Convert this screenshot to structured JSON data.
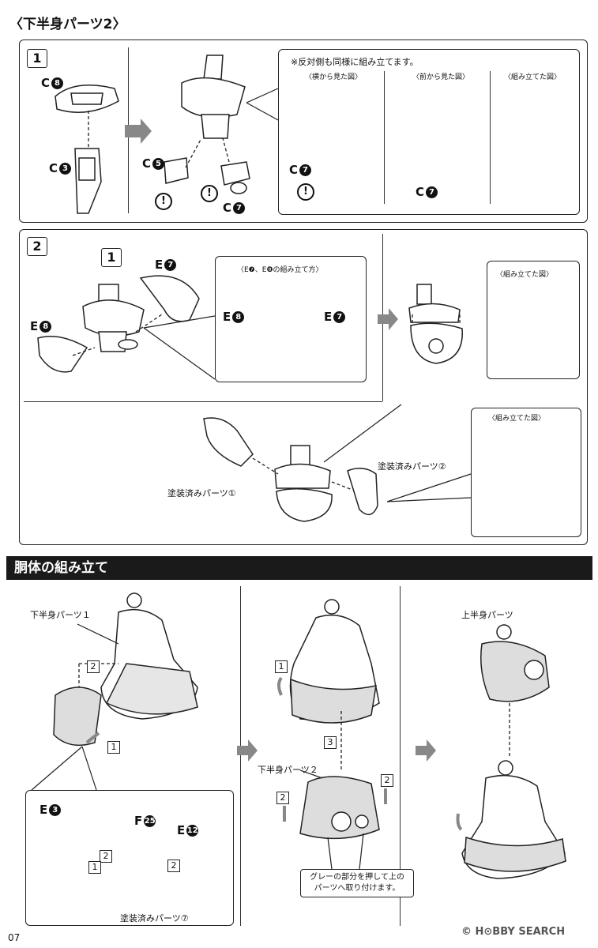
{
  "section1": {
    "title": "〈下半身パーツ2〉",
    "step1": {
      "num": "1",
      "part_c8": {
        "letter": "C",
        "num": "8"
      },
      "part_c3": {
        "letter": "C",
        "num": "3"
      },
      "part_c5": {
        "letter": "C",
        "num": "5"
      },
      "part_c7": {
        "letter": "C",
        "num": "7"
      },
      "note": "※反対側も同様に組み立てます。",
      "view_side": "〈横から見た図〉",
      "view_front": "〈前から見た図〉",
      "view_assembled": "〈組み立てた図〉",
      "side_c7": {
        "letter": "C",
        "num": "7"
      },
      "front_c7": {
        "letter": "C",
        "num": "7"
      },
      "caution": "!"
    },
    "step2": {
      "num": "2",
      "ref_box": "1",
      "part_e7": {
        "letter": "E",
        "num": "7"
      },
      "part_e8": {
        "letter": "E",
        "num": "8"
      },
      "howto_title": "〈E❼、E❽の組み立て方〉",
      "howto_e8": {
        "letter": "E",
        "num": "8"
      },
      "howto_e7": {
        "letter": "E",
        "num": "7"
      },
      "view_assembled_a": "〈組み立てた図〉",
      "view_assembled_b": "〈組み立てた図〉",
      "painted_1": "塗装済みパーツ①",
      "painted_2": "塗装済みパーツ②"
    }
  },
  "section2": {
    "title": "胴体の組み立て",
    "col1": {
      "label": "下半身パーツ１",
      "step2": "2",
      "step1": "1",
      "inset": {
        "e3": {
          "letter": "E",
          "num": "3"
        },
        "f25": {
          "letter": "F",
          "num": "25"
        },
        "e12": {
          "letter": "E",
          "num": "12"
        },
        "s2a": "2",
        "s2b": "2",
        "s1": "1",
        "painted_7": "塗装済みパーツ⑦"
      }
    },
    "col2": {
      "step1": "1",
      "step3": "3",
      "label": "下半身パーツ２",
      "step2a": "2",
      "step2b": "2",
      "callout_line1": "グレーの部分を押して上の",
      "callout_line2": "パーツへ取り付けます。"
    },
    "col3": {
      "label": "上半身パーツ"
    }
  },
  "footer": {
    "page": "07",
    "watermark": "© H⊙BBY SEARCH"
  }
}
